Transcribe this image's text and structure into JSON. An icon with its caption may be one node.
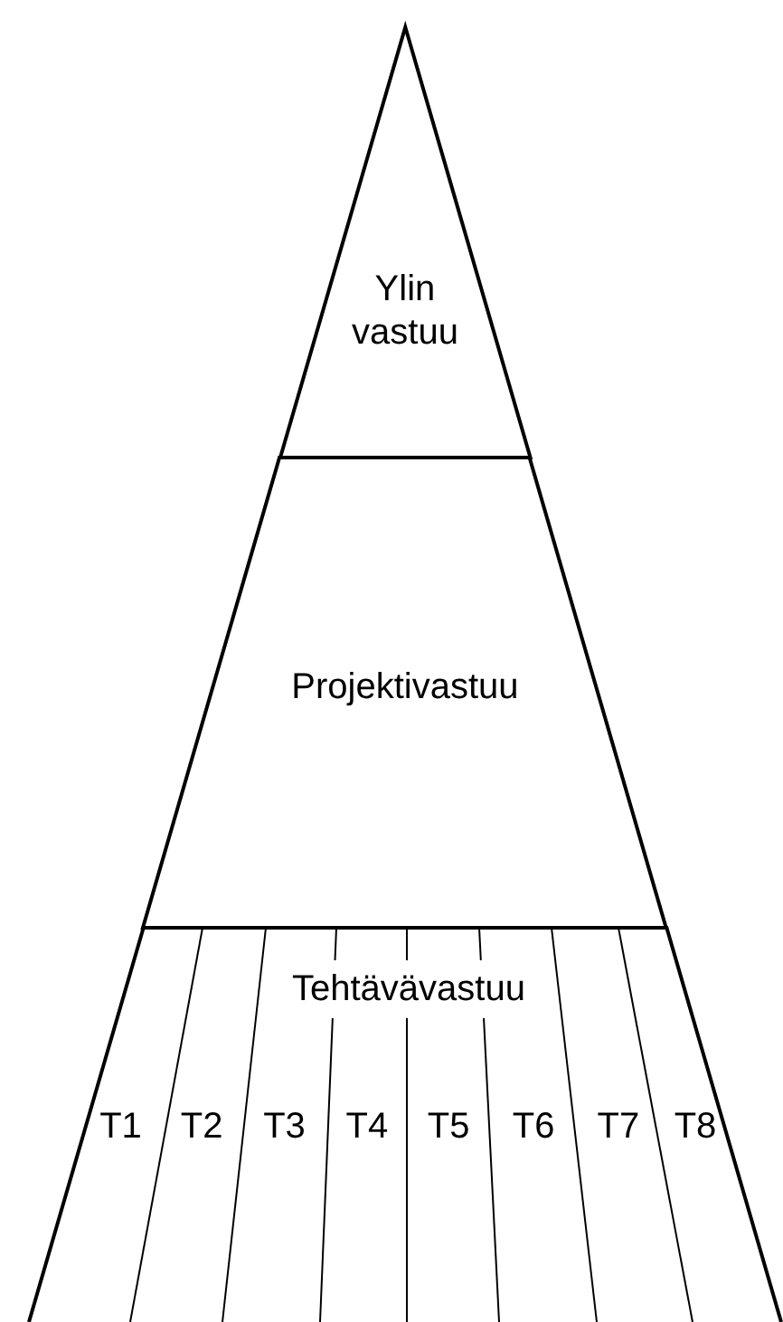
{
  "diagram": {
    "nodes": [
      {
        "text": [
          "Ylin vastuu"
        ]
      },
      {
        "text": [
          "Projektivastuu"
        ]
      },
      {
        "text": [
          "Tehtävävastuu"
        ]
      },
      {
        "text": [
          "T1"
        ],
        "in": 2
      },
      {
        "text": [
          "T2"
        ],
        "in": 2
      },
      {
        "text": [
          "T3"
        ],
        "in": 2
      },
      {
        "text": [
          "T4"
        ],
        "in": 2
      },
      {
        "text": [
          "T5"
        ],
        "in": 2
      },
      {
        "text": [
          "T6"
        ],
        "in": 2
      },
      {
        "text": [
          "T7"
        ],
        "in": 2
      },
      {
        "text": [
          "T8"
        ],
        "in": 2
      }
    ]
  }
}
